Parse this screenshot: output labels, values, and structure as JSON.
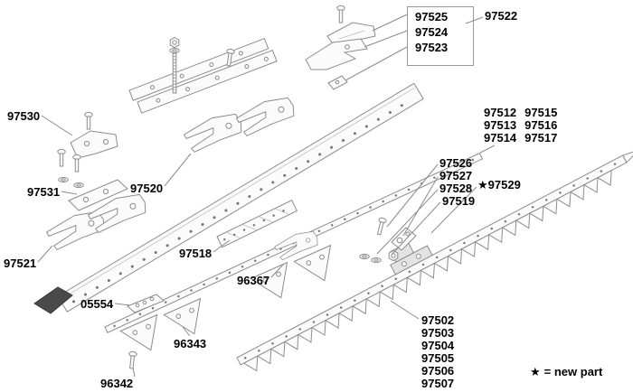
{
  "colors": {
    "background": "#ffffff",
    "line": "#8c8c8c",
    "dark_part": "#4a4a4a",
    "label_text": "#000000"
  },
  "icons": {
    "star": "★"
  },
  "legend": {
    "new_part_text": "= new part"
  },
  "labels": {
    "p97525": "97525",
    "p97524": "97524",
    "p97523": "97523",
    "p97522": "97522",
    "p97530": "97530",
    "p97531": "97531",
    "p97520": "97520",
    "p97521": "97521",
    "p97518": "97518",
    "p96367": "96367",
    "p05554": "05554",
    "p96343": "96343",
    "p96342": "96342",
    "p97512": "97512",
    "p97515": "97515",
    "p97513": "97513",
    "p97516": "97516",
    "p97514": "97514",
    "p97517": "97517",
    "p97526": "97526",
    "p97527": "97527",
    "p97528": "97528",
    "p97519": "97519",
    "p97529": "97529",
    "p97502": "97502",
    "p97503": "97503",
    "p97504": "97504",
    "p97505": "97505",
    "p97506": "97506",
    "p97507": "97507"
  }
}
